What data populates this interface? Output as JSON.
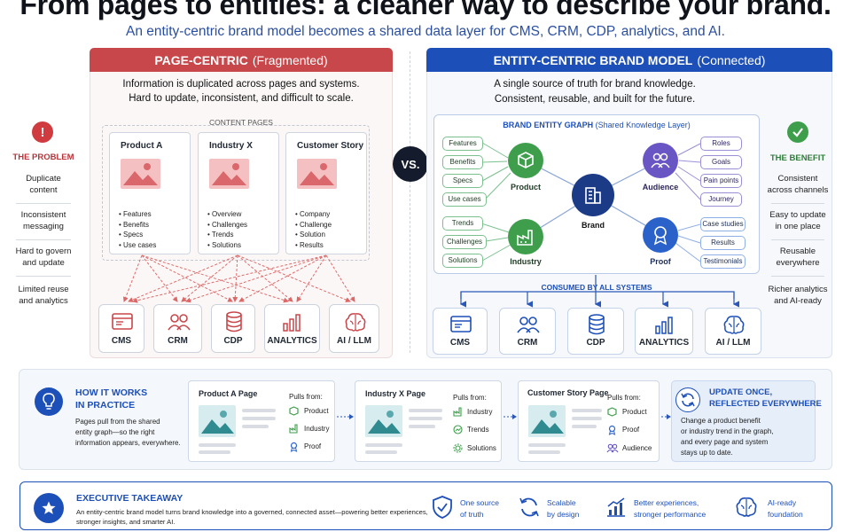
{
  "title": "From pages to entities: a cleaner way to describe your brand.",
  "subtitle": "An entity-centric brand model becomes a shared data layer for CMS, CRM, CDP, analytics, and AI.",
  "colors": {
    "red": "#c8474b",
    "blue": "#1d4fb8",
    "green": "#3f9e4c",
    "purple": "#6a55c4",
    "navy": "#1b3b86"
  },
  "left": {
    "header_main": "PAGE-CENTRIC",
    "header_note": "(Fragmented)",
    "desc": [
      "Information is duplicated across pages and systems.",
      "Hard to update, inconsistent, and difficult to scale."
    ],
    "content_pages_label": "CONTENT PAGES",
    "cards": [
      {
        "title": "Product A",
        "items": [
          "Features",
          "Benefits",
          "Specs",
          "Use cases"
        ]
      },
      {
        "title": "Industry X",
        "items": [
          "Overview",
          "Challenges",
          "Trends",
          "Solutions"
        ]
      },
      {
        "title": "Customer Story",
        "items": [
          "Company",
          "Challenge",
          "Solution",
          "Results"
        ]
      }
    ],
    "systems": [
      "CMS",
      "CRM",
      "CDP",
      "ANALYTICS",
      "AI / LLM"
    ]
  },
  "problem": {
    "icon": "alert-icon",
    "heading": "THE PROBLEM",
    "items": [
      [
        "Duplicate",
        "content"
      ],
      [
        "Inconsistent",
        "messaging"
      ],
      [
        "Hard to govern",
        "and update"
      ],
      [
        "Limited reuse",
        "and analytics"
      ]
    ]
  },
  "vs": "VS.",
  "right": {
    "header_main": "ENTITY-CENTRIC BRAND MODEL",
    "header_note": "(Connected)",
    "desc": [
      "A single source of truth for brand knowledge.",
      "Consistent, reusable, and built for the future."
    ],
    "graph_title": "BRAND ENTITY GRAPH",
    "graph_note": "(Shared Knowledge Layer)",
    "nodes": {
      "product": "Product",
      "audience": "Audience",
      "brand": "Brand",
      "industry": "Industry",
      "proof": "Proof"
    },
    "product_attrs": [
      "Features",
      "Benefits",
      "Specs",
      "Use cases"
    ],
    "industry_attrs": [
      "Trends",
      "Challenges",
      "Solutions"
    ],
    "audience_attrs": [
      "Roles",
      "Goals",
      "Pain points",
      "Journey"
    ],
    "proof_attrs": [
      "Case studies",
      "Results",
      "Testimonials"
    ],
    "consumed_label": "CONSUMED BY ALL SYSTEMS",
    "systems": [
      "CMS",
      "CRM",
      "CDP",
      "ANALYTICS",
      "AI / LLM"
    ]
  },
  "benefit": {
    "icon": "check-icon",
    "heading": "THE BENEFIT",
    "items": [
      [
        "Consistent",
        "across channels"
      ],
      [
        "Easy to update",
        "in one place"
      ],
      [
        "Reusable",
        "everywhere"
      ],
      [
        "Richer analytics",
        "and AI-ready"
      ]
    ]
  },
  "how": {
    "icon": "lightbulb-icon",
    "heading": [
      "HOW IT WORKS",
      "IN PRACTICE"
    ],
    "desc": [
      "Pages pull from the shared",
      "entity graph—so the right",
      "information appears, everywhere."
    ],
    "pulls_label": "Pulls from:",
    "pages": [
      {
        "title": "Product A Page",
        "pulls": [
          "Product",
          "Industry",
          "Proof"
        ]
      },
      {
        "title": "Industry X Page",
        "pulls": [
          "Industry",
          "Trends",
          "Solutions"
        ]
      },
      {
        "title": "Customer Story Page",
        "pulls": [
          "Product",
          "Proof",
          "Audience"
        ]
      }
    ],
    "update_heading": [
      "UPDATE ONCE,",
      "REFLECTED EVERYWHERE"
    ],
    "update_desc": [
      "Change a product benefit",
      "or industry trend in the graph,",
      "and every page and system",
      "stays up to date."
    ]
  },
  "takeaway": {
    "icon": "star-icon",
    "heading": "EXECUTIVE TAKEAWAY",
    "desc": [
      "An entity-centric brand model turns brand knowledge into a governed, connected asset—powering better experiences,",
      "stronger insights, and smarter AI."
    ],
    "points": [
      [
        "One source",
        "of truth"
      ],
      [
        "Scalable",
        "by design"
      ],
      [
        "Better experiences,",
        "stronger performance"
      ],
      [
        "AI-ready",
        "foundation"
      ]
    ]
  }
}
